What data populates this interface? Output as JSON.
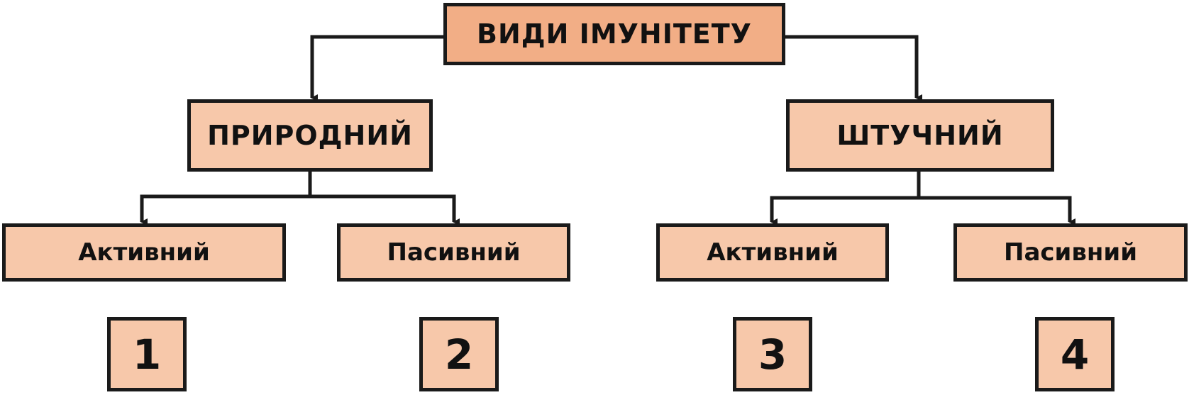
{
  "colors": {
    "root_fill": "#f2ae86",
    "box_fill": "#f7c8aa",
    "line": "#1a1a1a",
    "text": "#111111"
  },
  "root": {
    "label": "ВИДИ ІМУНІТЕТУ"
  },
  "categories": [
    {
      "label": "ПРИРОДНИЙ",
      "subtypes": [
        {
          "label": "Активний",
          "number": "1"
        },
        {
          "label": "Пасивний",
          "number": "2"
        }
      ]
    },
    {
      "label": "ШТУЧНИЙ",
      "subtypes": [
        {
          "label": "Активний",
          "number": "3"
        },
        {
          "label": "Пасивний",
          "number": "4"
        }
      ]
    }
  ]
}
